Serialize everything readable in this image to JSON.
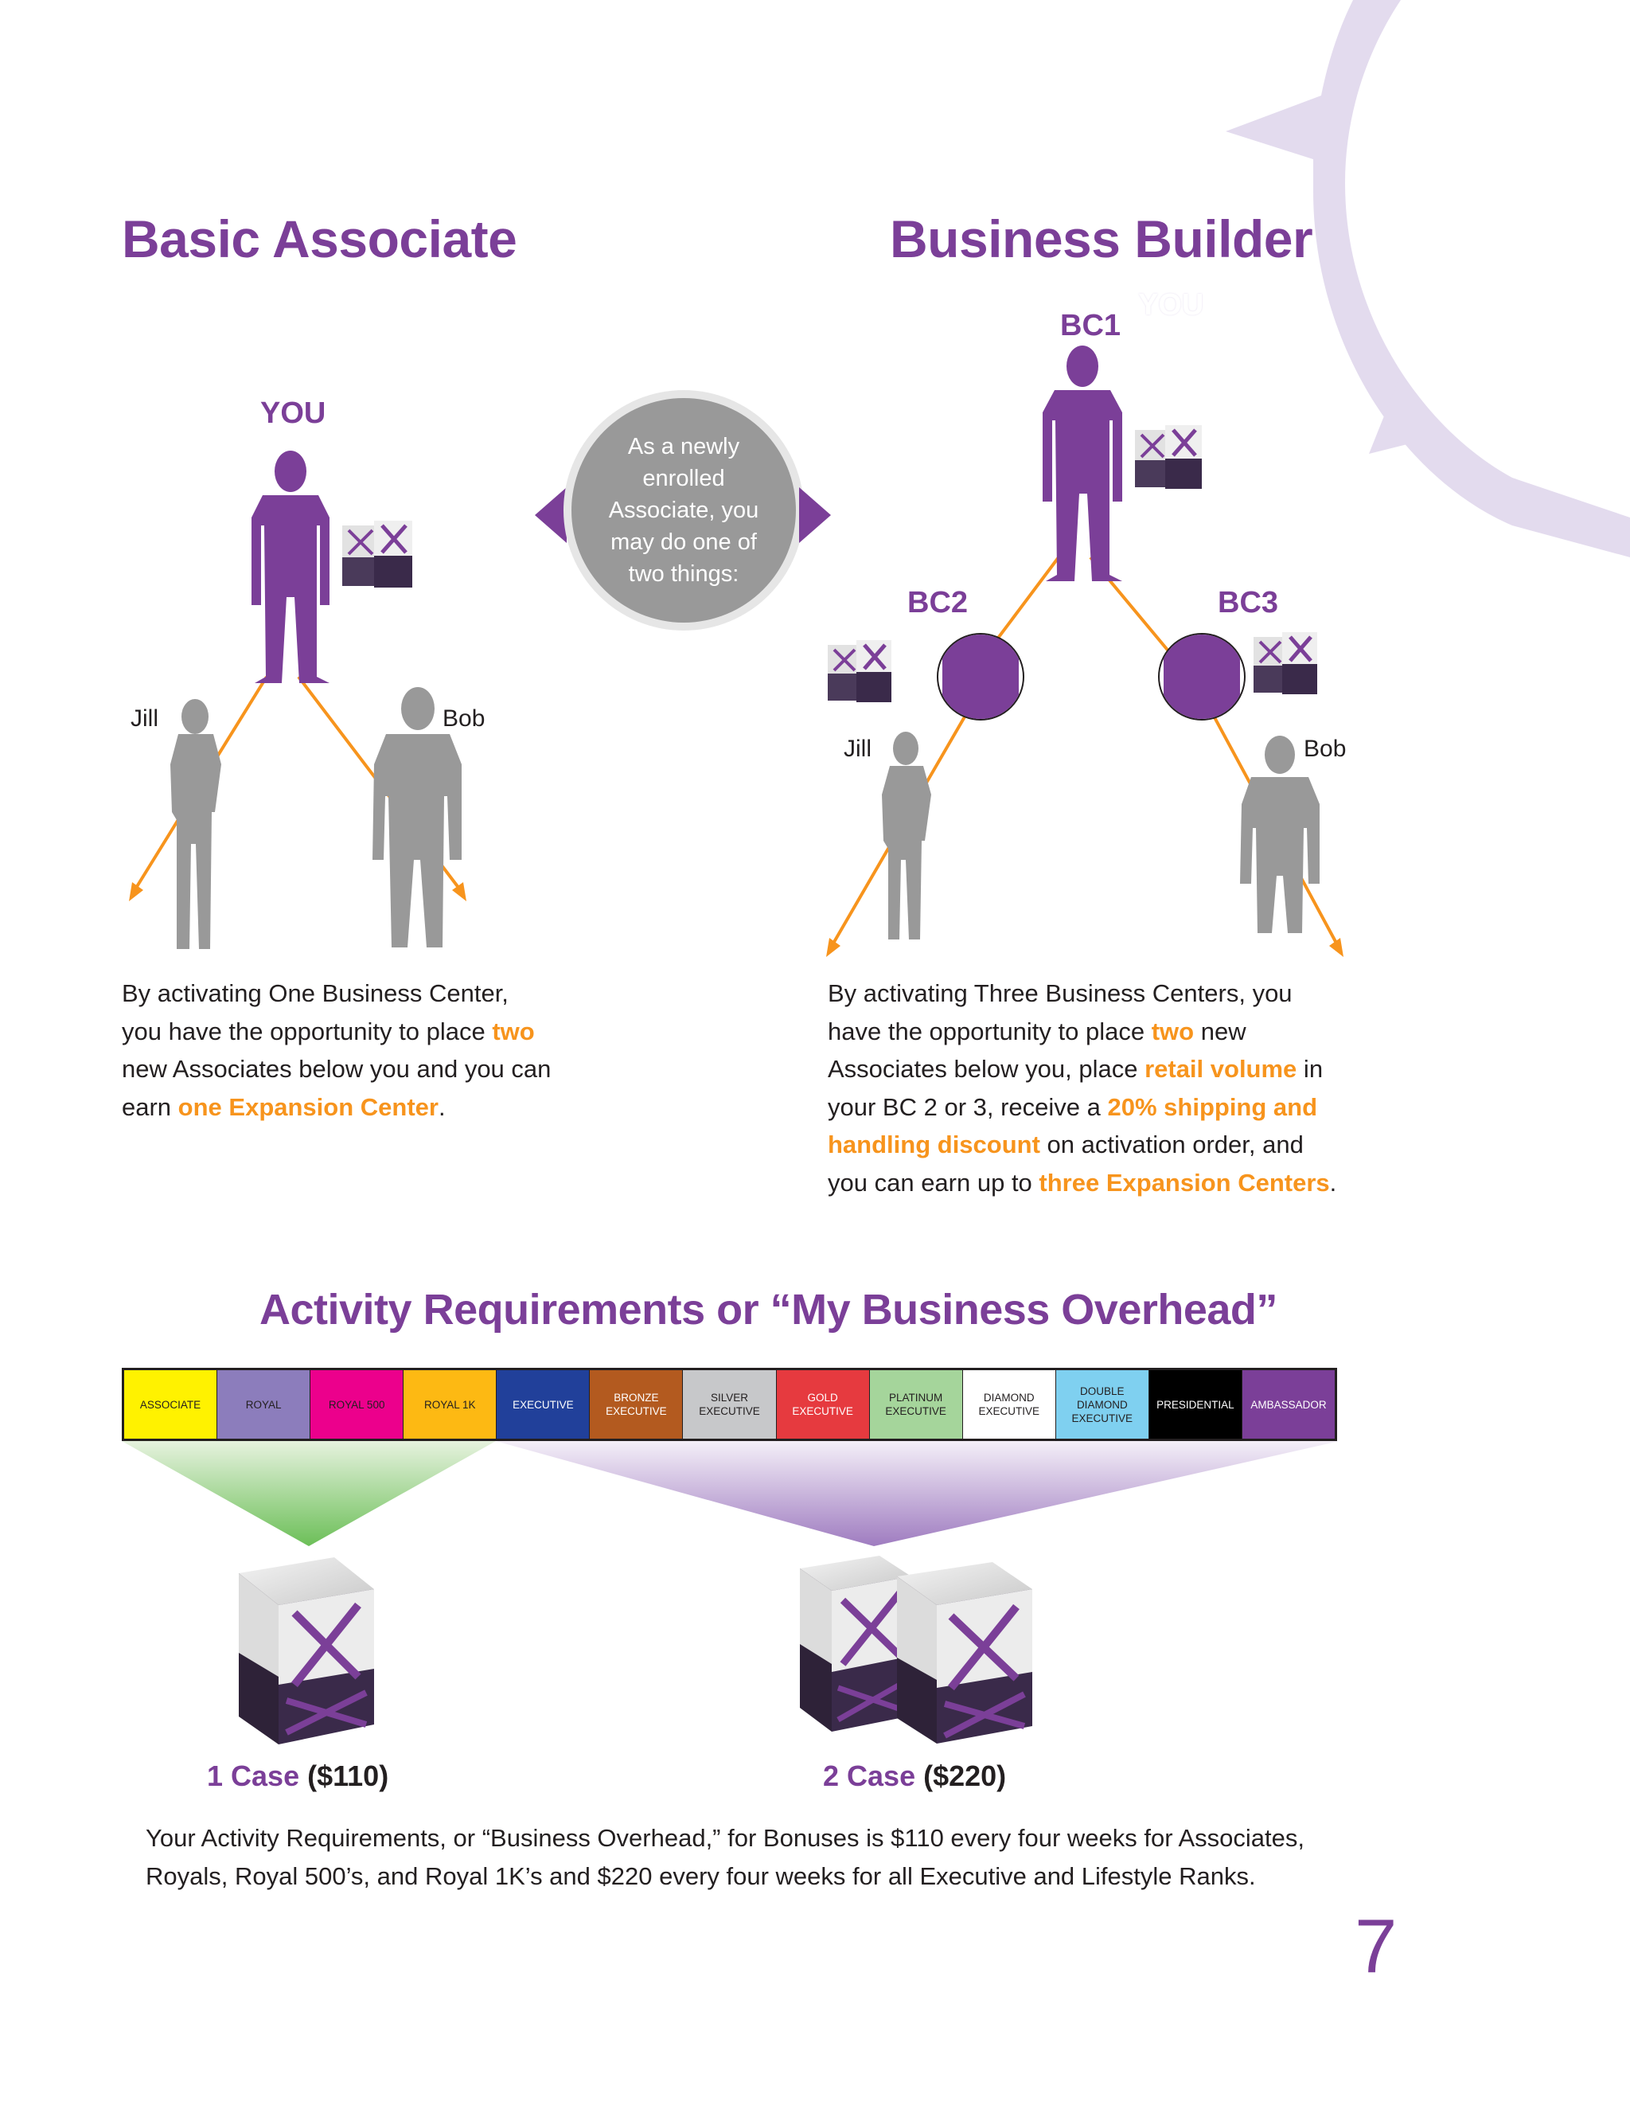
{
  "left": {
    "title": "Basic Associate",
    "you_label": "YOU",
    "left_name": "Jill",
    "right_name": "Bob",
    "para": {
      "p1": "By activating One Business Center, you have the opportunity to place ",
      "h1": "two",
      "p2": " new Associates below you and you can earn ",
      "h2": "one Expansion Center",
      "p3": "."
    }
  },
  "center_bubble": "As a newly enrolled Associate, you may do one of two things:",
  "right": {
    "title": "Business Builder",
    "you_label": "YOU",
    "bc1": "BC1",
    "bc2": "BC2",
    "bc3": "BC3",
    "left_name": "Jill",
    "right_name": "Bob",
    "para": {
      "p1": "By activating Three Business Centers, you have the opportunity to place ",
      "h1": "two",
      "p2": " new Associates below you, place ",
      "h2": "retail volume",
      "p3": " in your BC 2 or 3, receive a ",
      "h3": "20% shipping and handling discount",
      "p4": " on activation order, and you can earn up to ",
      "h4": "three Expansion Centers",
      "p5": "."
    }
  },
  "activity": {
    "title": "Activity Requirements or “My Business Overhead”",
    "ranks": [
      {
        "label": "ASSOCIATE",
        "bg": "#fff200",
        "fg": "#231f20"
      },
      {
        "label": "ROYAL",
        "bg": "#8c7dbc",
        "fg": "#231f20"
      },
      {
        "label": "ROYAL 500",
        "bg": "#ec008c",
        "fg": "#231f20"
      },
      {
        "label": "ROYAL 1K",
        "bg": "#fdb913",
        "fg": "#231f20"
      },
      {
        "label": "EXECUTIVE",
        "bg": "#21409a",
        "fg": "#ffffff"
      },
      {
        "label": "BRONZE EXECUTIVE",
        "bg": "#b35a1f",
        "fg": "#ffffff"
      },
      {
        "label": "SILVER EXECUTIVE",
        "bg": "#c7c8ca",
        "fg": "#231f20"
      },
      {
        "label": "GOLD EXECUTIVE",
        "bg": "#e63a3f",
        "fg": "#ffffff"
      },
      {
        "label": "PLATINUM EXECUTIVE",
        "bg": "#a5d59b",
        "fg": "#231f20"
      },
      {
        "label": "DIAMOND EXECUTIVE",
        "bg": "#ffffff",
        "fg": "#231f20"
      },
      {
        "label": "DOUBLE DIAMOND EXECUTIVE",
        "bg": "#7fd0f0",
        "fg": "#231f20"
      },
      {
        "label": "PRESIDENTIAL",
        "bg": "#000000",
        "fg": "#ffffff"
      },
      {
        "label": "AMBASSADOR",
        "bg": "#7b3f98",
        "fg": "#ffffff"
      }
    ],
    "case1": {
      "name": "1 Case",
      "price": "($110)"
    },
    "case2": {
      "name": "2 Case",
      "price": "($220)"
    },
    "summary": "Your Activity Requirements, or “Business Overhead,” for Bonuses is $110 every four weeks for Associates, Royals, Royal 500’s, and Royal 1K’s and $220 every four weeks for all Executive and Lifestyle Ranks."
  },
  "page_number": "7",
  "colors": {
    "purple": "#7b3f98",
    "orange": "#f7941d",
    "grey": "#999999",
    "light_purple": "#e3dbee"
  }
}
